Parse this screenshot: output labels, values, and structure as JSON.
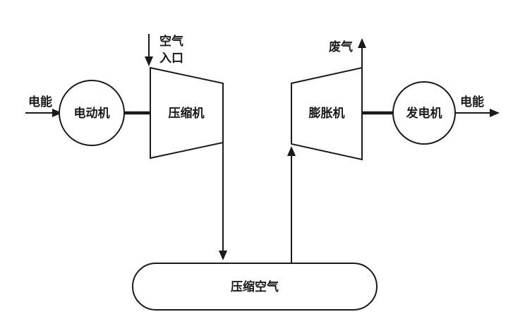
{
  "diagram": {
    "motor": {
      "label": "电动机"
    },
    "compressor": {
      "label": "压缩机"
    },
    "expander": {
      "label": "膨胀机"
    },
    "generator": {
      "label": "发电机"
    },
    "storage": {
      "label": "压缩空气"
    },
    "electric_in": {
      "label": "电能"
    },
    "electric_out": {
      "label": "电能"
    },
    "air_inlet": {
      "line1": "空气",
      "line2": "入口"
    },
    "exhaust": {
      "label": "废气"
    }
  }
}
